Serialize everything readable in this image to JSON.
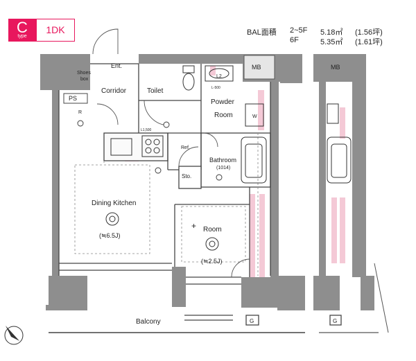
{
  "header": {
    "type_letter": "C",
    "type_word": "type",
    "layout": "1DK",
    "bal_label": "BAL面積",
    "bal_rows": [
      {
        "floor": "2~5F",
        "area": "5.18㎡",
        "tsubo": "(1.56坪)"
      },
      {
        "floor": "6F",
        "area": "5.35㎡",
        "tsubo": "(1.61坪)"
      }
    ]
  },
  "rooms": {
    "entrance": "Ent.",
    "shoes_box_1": "Shoes",
    "shoes_box_2": "box",
    "corridor": "Corridor",
    "toilet": "Toilet",
    "powder_room_1": "Powder",
    "powder_room_2": "Room",
    "bathroom": "Bathroom",
    "bathroom_size": "(1014)",
    "storage": "Sto.",
    "dining_kitchen": "Dining Kitchen",
    "dining_kitchen_size": "(≒6.5J)",
    "room": "Room",
    "room_size": "(≒2.5J)",
    "balcony": "Balcony"
  },
  "fixtures": {
    "ps": "PS",
    "mb_main": "MB",
    "mb_side": "MB",
    "g_main": "G",
    "g_side": "G",
    "r_label": "R",
    "ref_label": "Ref.",
    "l2_label": "L2",
    "l500_label": "L-500",
    "w_label": "W",
    "l1500_label": "L1,500"
  },
  "colors": {
    "wall": "#8e8e8e",
    "wall_dark": "#6d6d6d",
    "line": "#444444",
    "accent": "#e8175d",
    "pink": "#f4c9d6"
  }
}
